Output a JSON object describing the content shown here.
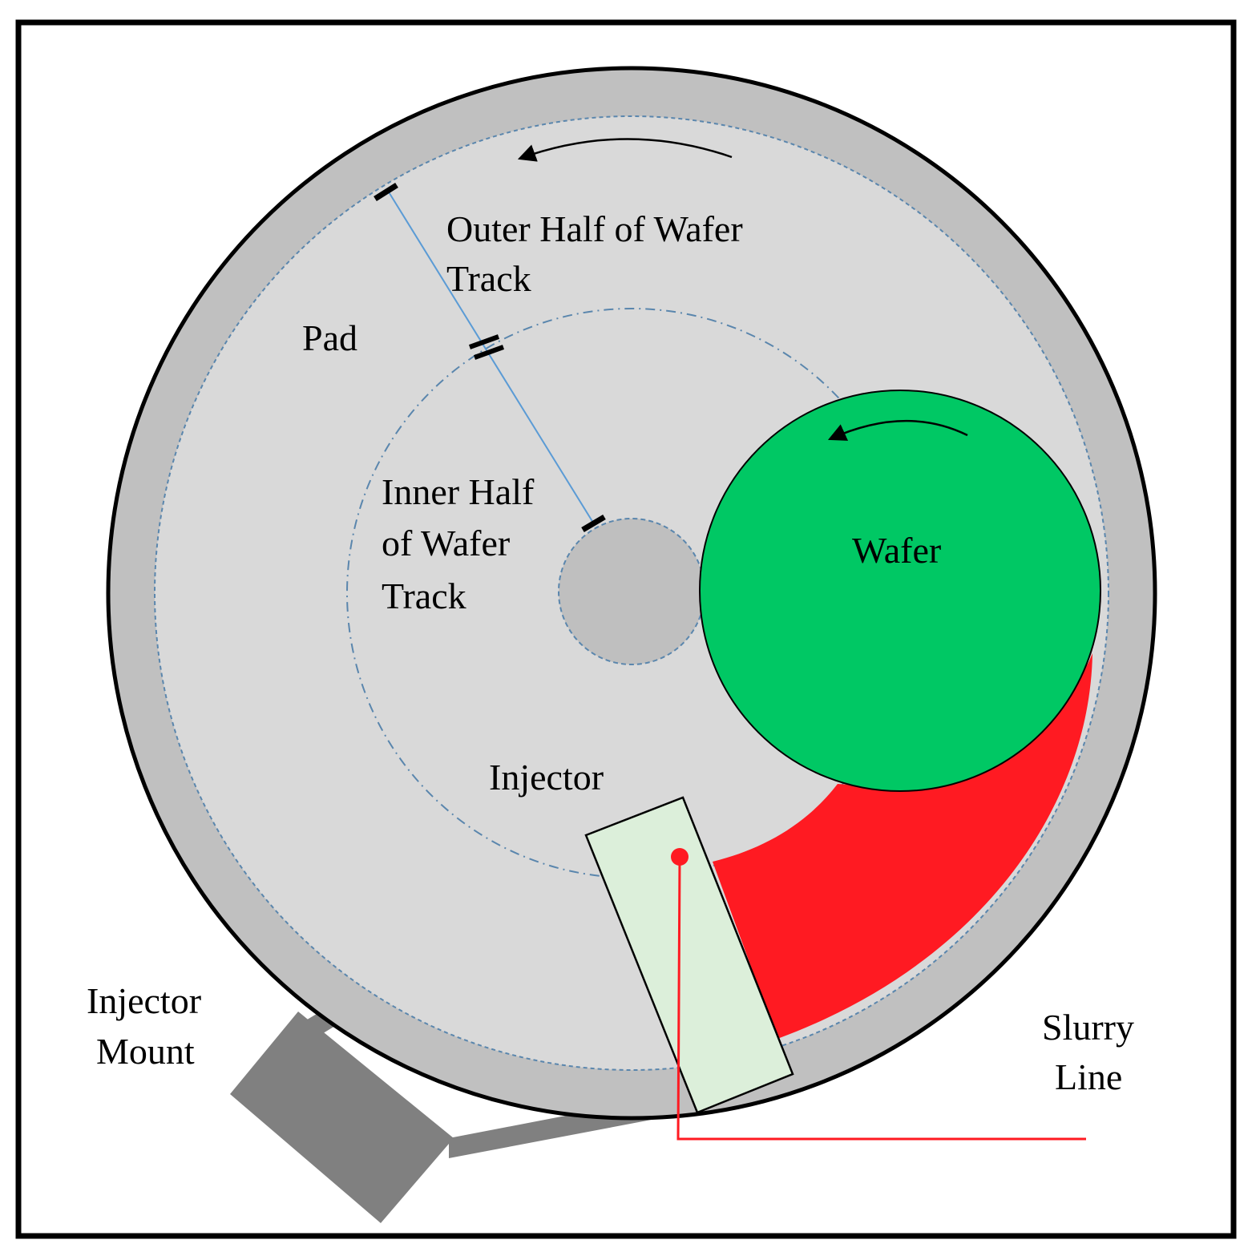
{
  "labels": {
    "outer_track_line1": "Outer Half  of Wafer",
    "outer_track_line2": "Track",
    "pad": "Pad",
    "inner_track_line1": "Inner Half",
    "inner_track_line2": "of Wafer",
    "inner_track_line3": "Track",
    "wafer": "Wafer",
    "injector": "Injector",
    "injector_mount_line1": "Injector",
    "injector_mount_line2": "Mount",
    "slurry_line_line1": "Slurry",
    "slurry_line_line2": "Line"
  },
  "colors": {
    "pad_rim": "#c0c0c0",
    "pad_surface": "#d9d9d9",
    "center_hub": "#bfbfbf",
    "wafer": "#00c864",
    "slurry": "#ff1a22",
    "injector_body": "#dcefda",
    "injector_mount": "#808080",
    "track_guide": "#5a86ad",
    "radius_line": "#5b9bd5",
    "outline": "#000000"
  }
}
